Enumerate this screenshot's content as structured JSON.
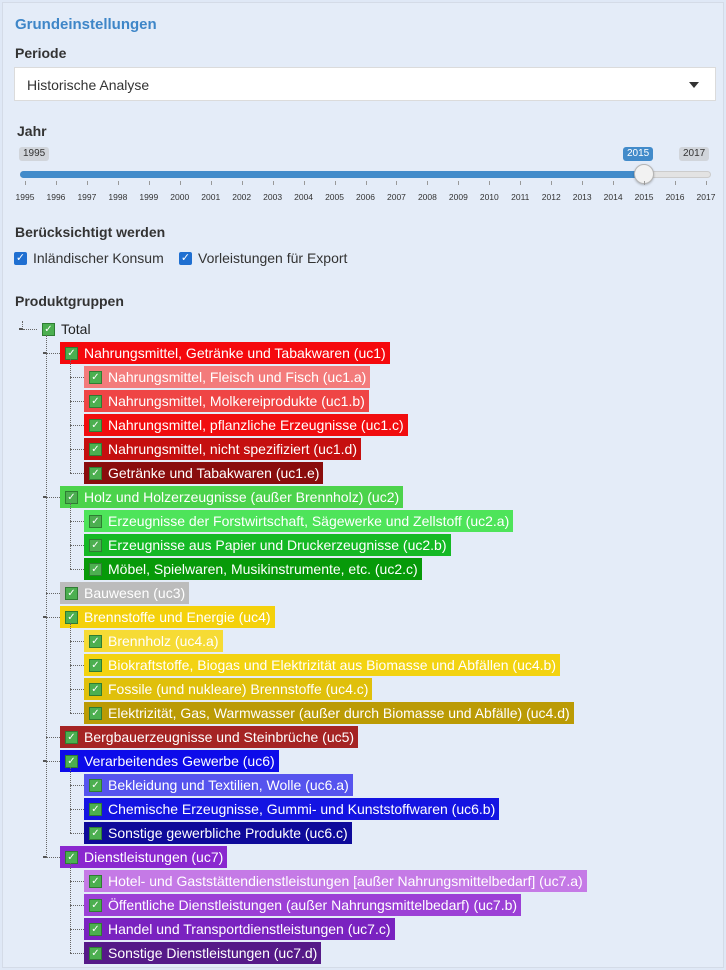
{
  "settings_title": "Grundeinstellungen",
  "period": {
    "label": "Periode",
    "value": "Historische Analyse"
  },
  "year": {
    "label": "Jahr",
    "min": "1995",
    "max": "2017",
    "value": "2015",
    "ticks": [
      "1995",
      "1996",
      "1997",
      "1998",
      "1999",
      "2000",
      "2001",
      "2002",
      "2003",
      "2004",
      "2005",
      "2006",
      "2007",
      "2008",
      "2009",
      "2010",
      "2011",
      "2012",
      "2013",
      "2014",
      "2015",
      "2016",
      "2017"
    ]
  },
  "consider": {
    "label": "Berücksichtigt werden",
    "options": [
      {
        "label": "Inländischer Konsum",
        "checked": true
      },
      {
        "label": "Vorleistungen für Export",
        "checked": true
      }
    ]
  },
  "products_label": "Produktgruppen",
  "tree": {
    "root": "Total",
    "groups": [
      {
        "label": "Nahrungsmittel, Getränke und Tabakwaren (uc1)",
        "color": "#f5090d",
        "children": [
          {
            "label": "Nahrungsmittel, Fleisch und Fisch (uc1.a)",
            "color": "#f37b7b"
          },
          {
            "label": "Nahrungsmittel, Molkereiprodukte (uc1.b)",
            "color": "#ef4545"
          },
          {
            "label": "Nahrungsmittel, pflanzliche Erzeugnisse (uc1.c)",
            "color": "#f10d0f"
          },
          {
            "label": "Nahrungsmittel, nicht spezifiziert (uc1.d)",
            "color": "#c50f0f"
          },
          {
            "label": "Getränke und Tabakwaren (uc1.e)",
            "color": "#8a0d0d"
          }
        ]
      },
      {
        "label": "Holz und Holzerzeugnisse (außer Brennholz) (uc2)",
        "color": "#4cd34c",
        "children": [
          {
            "label": "Erzeugnisse der Forstwirtschaft, Sägewerke und Zellstoff (uc2.a)",
            "color": "#4ee45a"
          },
          {
            "label": "Erzeugnisse aus Papier und Druckerzeugnisse (uc2.b)",
            "color": "#15b925"
          },
          {
            "label": "Möbel, Spielwaren, Musikinstrumente, etc. (uc2.c)",
            "color": "#079a09"
          }
        ]
      },
      {
        "label": "Bauwesen (uc3)",
        "color": "#bcbcbc",
        "children": []
      },
      {
        "label": "Brennstoffe und Energie (uc4)",
        "color": "#f4d10b",
        "children": [
          {
            "label": "Brennholz (uc4.a)",
            "color": "#f6db35"
          },
          {
            "label": "Biokraftstoffe, Biogas und Elektrizität aus Biomasse und Abfällen (uc4.b)",
            "color": "#f3d311"
          },
          {
            "label": "Fossile (und nukleare) Brennstoffe (uc4.c)",
            "color": "#e0c00b"
          },
          {
            "label": "Elektrizität, Gas, Warmwasser (außer durch Biomasse und Abfälle) (uc4.d)",
            "color": "#bb9b05"
          }
        ]
      },
      {
        "label": "Bergbauerzeugnisse und Steinbrüche (uc5)",
        "color": "#a52424",
        "children": []
      },
      {
        "label": "Verarbeitendes Gewerbe (uc6)",
        "color": "#0d0bea",
        "children": [
          {
            "label": "Bekleidung und Textilien, Wolle (uc6.a)",
            "color": "#5654ee"
          },
          {
            "label": "Chemische Erzeugnisse, Gummi- und Kunststoffwaren (uc6.b)",
            "color": "#1414e2"
          },
          {
            "label": "Sonstige gewerbliche Produkte (uc6.c)",
            "color": "#0e0a9a"
          }
        ]
      },
      {
        "label": "Dienstleistungen (uc7)",
        "color": "#8a28cf",
        "children": [
          {
            "label": "Hotel- und Gaststättendienstleistungen [außer Nahrungsmittelbedarf] (uc7.a)",
            "color": "#c57ae6"
          },
          {
            "label": "Öffentliche Dienstleistungen (außer Nahrungsmittelbedarf) (uc7.b)",
            "color": "#9c40d6"
          },
          {
            "label": "Handel und Transportdienstleistungen (uc7.c)",
            "color": "#7a22c0"
          },
          {
            "label": "Sonstige Dienstleistungen (uc7.d)",
            "color": "#561a88"
          }
        ]
      }
    ]
  }
}
